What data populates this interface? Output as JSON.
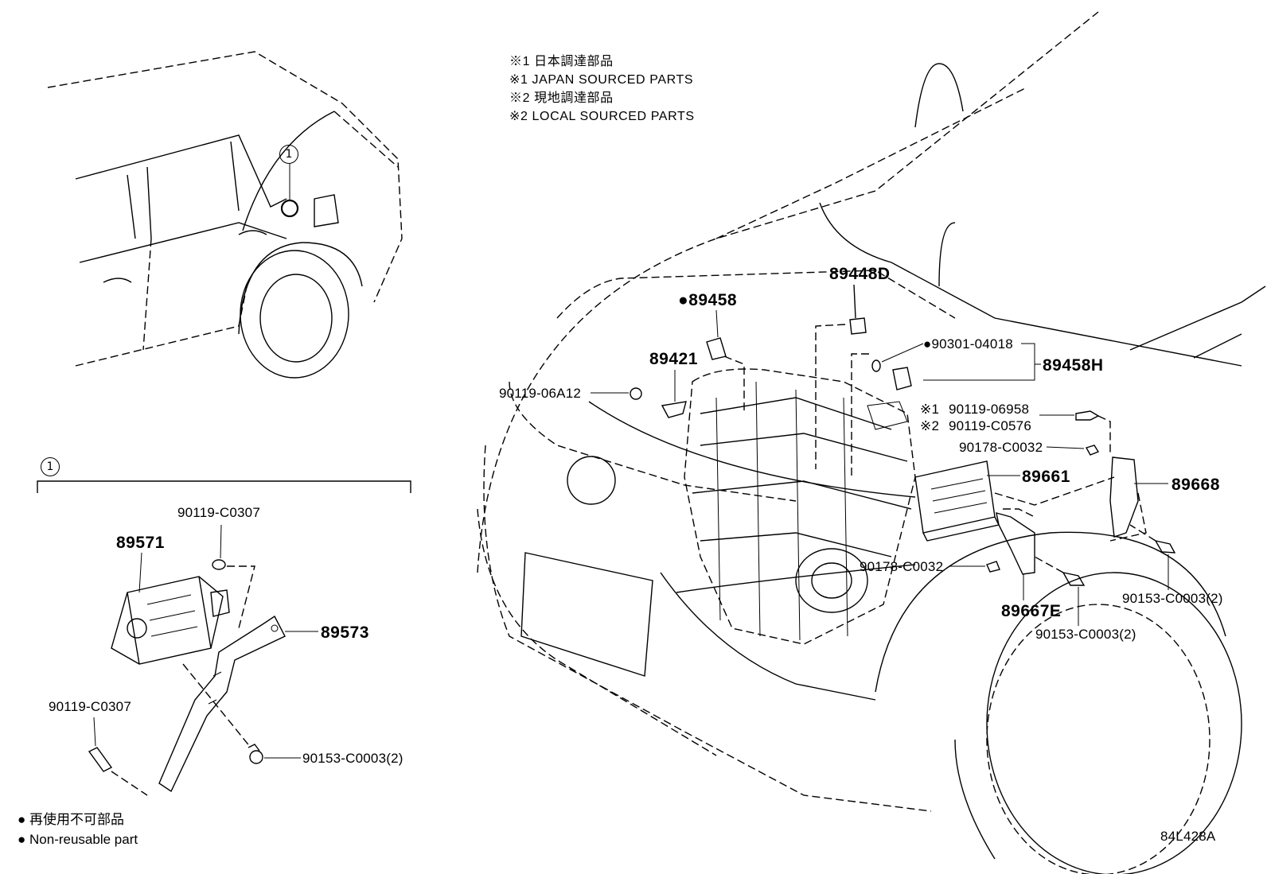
{
  "notes": [
    "※1 日本調達部品",
    "※1 JAPAN SOURCED PARTS",
    "※2 現地調達部品",
    "※2 LOCAL SOURCED PARTS"
  ],
  "callout": {
    "marker": "1"
  },
  "detail": {
    "marker": "1"
  },
  "parts": {
    "p89458": "89458",
    "p89448D": "89448D",
    "p89421": "89421",
    "p90301_04018": "90301-04018",
    "p89458H": "89458H",
    "p90119_06A12": "90119-06A12",
    "p90119_06958": "90119-06958",
    "p90119_C0576": "90119-C0576",
    "p90178_C0032_a": "90178-C0032",
    "p89661": "89661",
    "p89668": "89668",
    "p90178_C0032_b": "90178-C0032",
    "p89667E": "89667E",
    "p90153_C0003_right": "90153-C0003(2)",
    "p90153_C0003_mid": "90153-C0003(2)",
    "p90119_C0307_top": "90119-C0307",
    "p89571": "89571",
    "p89573": "89573",
    "p90119_C0307_left": "90119-C0307",
    "p90153_C0003_detail": "90153-C0003(2)"
  },
  "refs": {
    "j1": "※1",
    "j2": "※2"
  },
  "legend": {
    "bullet": "●",
    "jp": "再使用不可部品",
    "en": "Non-reusable part"
  },
  "diagram_code": "84L428A"
}
